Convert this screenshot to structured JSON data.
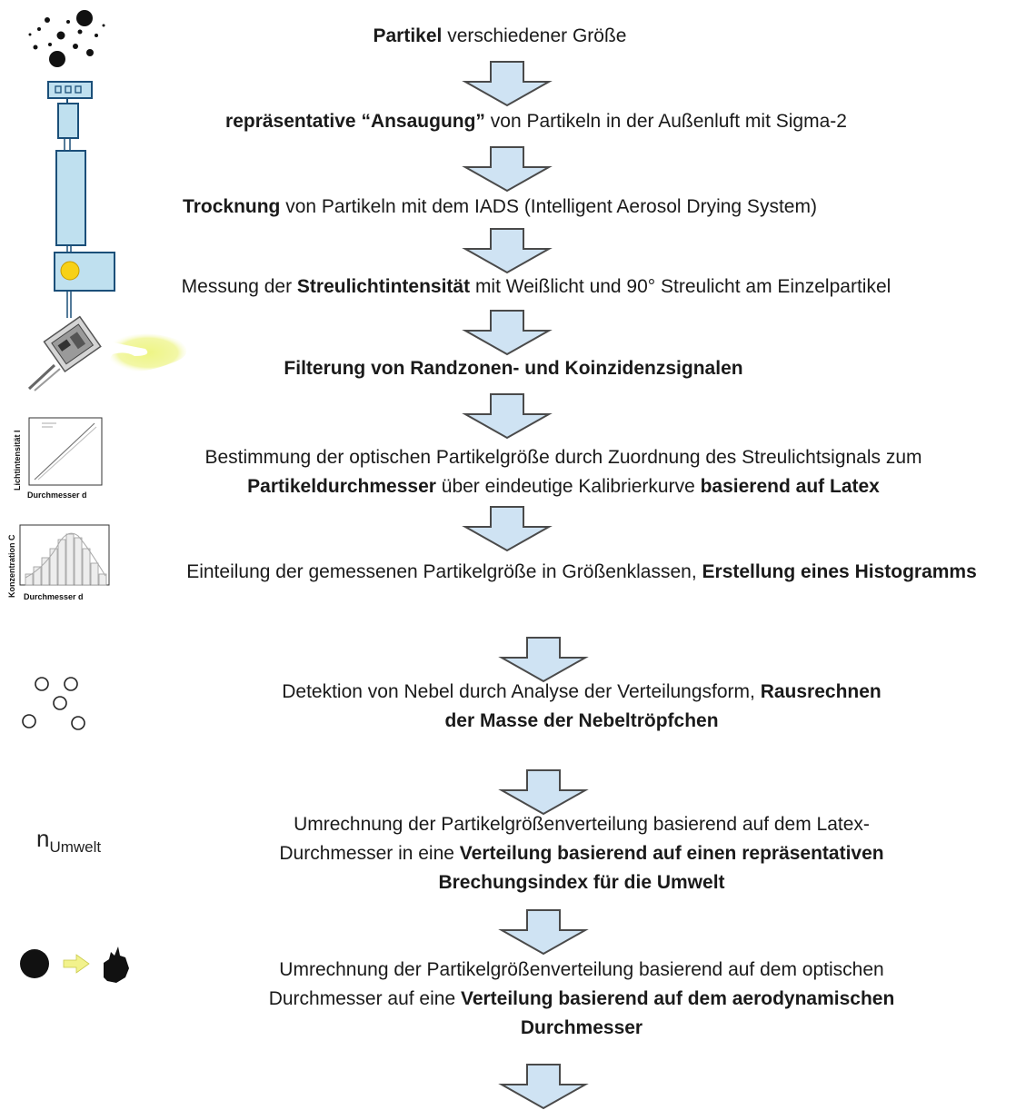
{
  "steps": [
    {
      "id": "s1",
      "parts": [
        {
          "b": true,
          "t": "Partikel"
        },
        {
          "b": false,
          "t": " verschiedener Größe"
        }
      ]
    },
    {
      "id": "s2",
      "parts": [
        {
          "b": true,
          "t": "repräsentative “Ansaugung”"
        },
        {
          "b": false,
          "t": " von Partikeln in der Außenluft mit Sigma-2"
        }
      ]
    },
    {
      "id": "s3",
      "parts": [
        {
          "b": true,
          "t": "Trocknung"
        },
        {
          "b": false,
          "t": " von Partikeln mit dem IADS (Intelligent Aerosol Drying System)"
        }
      ]
    },
    {
      "id": "s4",
      "parts": [
        {
          "b": false,
          "t": "Messung der "
        },
        {
          "b": true,
          "t": "Streulichtintensität"
        },
        {
          "b": false,
          "t": " mit Weißlicht und 90° Streulicht am Einzelpartikel"
        }
      ]
    },
    {
      "id": "s5",
      "parts": [
        {
          "b": true,
          "t": "Filterung von Randzonen- und Koinzidenzsignalen"
        }
      ]
    },
    {
      "id": "s6",
      "parts": [
        {
          "b": false,
          "t": "Bestimmung der optischen Partikelgröße durch Zuordnung des Streulichtsignals zum"
        },
        {
          "br": true
        },
        {
          "b": true,
          "t": "Partikeldurchmesser"
        },
        {
          "b": false,
          "t": " über eindeutige Kalibrierkurve "
        },
        {
          "b": true,
          "t": "basierend auf Latex"
        }
      ]
    },
    {
      "id": "s7",
      "parts": [
        {
          "b": false,
          "t": "Einteilung der gemessenen Partikelgröße in Größenklassen, "
        },
        {
          "b": true,
          "t": "Erstellung eines Histogramms"
        }
      ]
    },
    {
      "id": "s8",
      "parts": [
        {
          "b": false,
          "t": "Detektion von Nebel durch Analyse der Verteilungsform, "
        },
        {
          "b": true,
          "t": "Rausrechnen"
        },
        {
          "br": true
        },
        {
          "b": true,
          "t": "der Masse der Nebeltröpfchen"
        }
      ]
    },
    {
      "id": "s9",
      "parts": [
        {
          "b": false,
          "t": "Umrechnung der Partikelgrößenverteilung basierend auf dem Latex-"
        },
        {
          "br": true
        },
        {
          "b": false,
          "t": "Durchmesser in eine "
        },
        {
          "b": true,
          "t": "Verteilung basierend auf einen repräsentativen"
        },
        {
          "br": true
        },
        {
          "b": true,
          "t": "Brechungsindex für die Umwelt"
        }
      ]
    },
    {
      "id": "s10",
      "parts": [
        {
          "b": false,
          "t": "Umrechnung der Partikelgrößenverteilung basierend auf dem optischen"
        },
        {
          "br": true
        },
        {
          "b": false,
          "t": "Durchmesser auf eine "
        },
        {
          "b": true,
          "t": "Verteilung basierend auf dem aerodynamischen"
        },
        {
          "br": true
        },
        {
          "b": true,
          "t": "Durchmesser"
        }
      ]
    }
  ],
  "icons": {
    "calibration_chart": {
      "ylabel": "Lichtintensität I",
      "xlabel": "Durchmesser d"
    },
    "histogram_chart": {
      "ylabel": "Konzentration C",
      "xlabel": "Durchmesser d"
    },
    "refractive_index": {
      "base": "n",
      "sub": "Umwelt"
    }
  },
  "colors": {
    "arrow_fill": "#cfe3f3",
    "arrow_stroke": "#4a4a4a",
    "device_fill": "#bfe0ef",
    "sensor_dot": "#f7d117",
    "yellow_arrow": "#f2f28c"
  }
}
